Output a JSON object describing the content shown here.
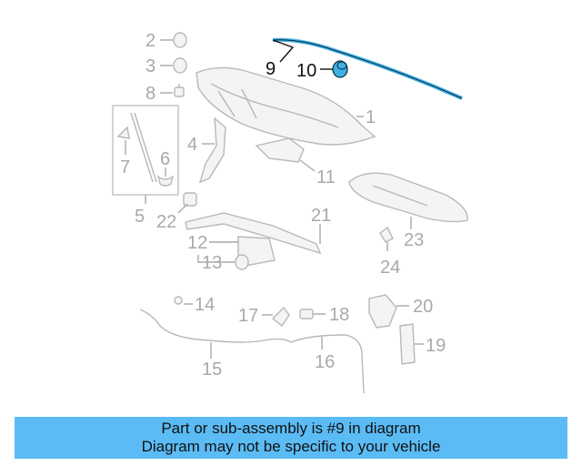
{
  "colors": {
    "highlight": "#3fb0e6",
    "caption_bg": "#5bbcf5",
    "part_stroke": "#b8b8b8",
    "callout_text": "#a9a9a9",
    "active_callout": "#111111"
  },
  "callouts": {
    "c1": "1",
    "c2": "2",
    "c3": "3",
    "c4": "4",
    "c5": "5",
    "c6": "6",
    "c7": "7",
    "c8": "8",
    "c9": "9",
    "c10": "10",
    "c11": "11",
    "c12": "12",
    "c13": "13",
    "c14": "14",
    "c15": "15",
    "c16": "16",
    "c17": "17",
    "c18": "18",
    "c19": "19",
    "c20": "20",
    "c21": "21",
    "c22": "22",
    "c23": "23",
    "c24": "24"
  },
  "caption": {
    "line1": "Part or sub-assembly is #9 in diagram",
    "line2": "Diagram may not be specific to your vehicle"
  }
}
